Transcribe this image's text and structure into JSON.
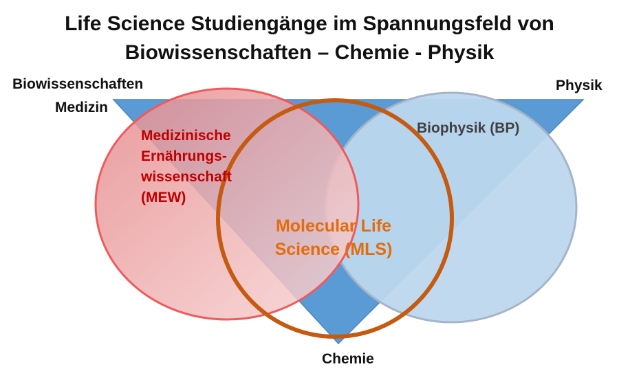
{
  "title": {
    "line1": "Life Science Studiengänge im Spannungsfeld von",
    "line2": "Biowissenschaften – Chemie - Physik"
  },
  "corners": {
    "top_left_1": "Biowissenschaften",
    "top_left_2": "Medizin",
    "top_right": "Physik",
    "bottom": "Chemie"
  },
  "circles": {
    "mew": {
      "lines": [
        "Medizinische",
        "Ernährungs-",
        "wissenschaft",
        "(MEW)"
      ],
      "color": "#c00000"
    },
    "bp": {
      "label": "Biophysik (BP)",
      "color": "#404040"
    },
    "mls": {
      "lines": [
        "Molecular Life",
        "Science (MLS)"
      ],
      "color": "#e46c0a"
    }
  },
  "colors": {
    "triangle": "#5b9bd5",
    "mew_fill": "#e89a9a",
    "mew_stroke": "#f05a5a",
    "bp_fill": "#bdd7ee",
    "bp_stroke": "#a5b4c8",
    "mls_stroke": "#c55a11"
  }
}
